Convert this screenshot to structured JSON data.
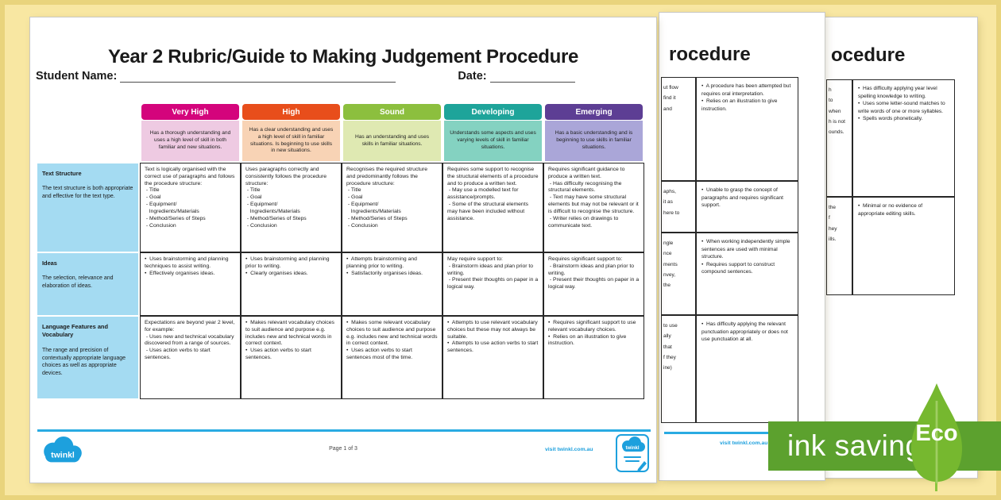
{
  "colors": {
    "footer_blue": "#29abe2",
    "brand_blue": "#1da0dd",
    "row_header_blue": "#a4dbf2",
    "eco_banner_green": "#5ca12e",
    "eco_leaf_green": "#76b82f"
  },
  "page1": {
    "title": "Year 2 Rubric/Guide to Making Judgement Procedure",
    "student_name_label": "Student Name:",
    "date_label": "Date:",
    "columns": [
      {
        "label": "Very High",
        "header_color": "#d4047c",
        "tint": "#eecae2",
        "description": "Has a thorough understanding and uses a high level of skill in both familiar and new situations."
      },
      {
        "label": "High",
        "header_color": "#e84e1b",
        "tint": "#f8d3b5",
        "description": "Has a clear understanding and uses a high level of skill in familiar situations. Is beginning to use skills in new situations."
      },
      {
        "label": "Sound",
        "header_color": "#8cbf3e",
        "tint": "#dfe9b2",
        "description": "Has an understanding and uses skills in familiar situations."
      },
      {
        "label": "Developing",
        "header_color": "#1ea49a",
        "tint": "#84d2c1",
        "description": "Understands some aspects and uses varying levels of skill in familiar situations."
      },
      {
        "label": "Emerging",
        "header_color": "#5d3e94",
        "tint": "#aaa6d8",
        "description": "Has a basic understanding and is beginning to use skills in familiar situations."
      }
    ],
    "rows": [
      {
        "name": "Text Structure",
        "description": "The text structure is both appropriate and effective for the text type.",
        "cells": [
          "Text is logically organised with the correct use of paragraphs and follows the procedure structure:\n - Title\n - Goal\n - Equipment/\n   Ingredients/Materials\n - Method/Series of Steps\n - Conclusion",
          "Uses paragraphs correctly and consistently follows the procedure structure:\n - Title\n - Goal\n - Equipment/\n   Ingredients/Materials\n - Method/Series of Steps\n - Conclusion",
          "Recognises the required structure and predominantly follows the procedure structure:\n - Title\n - Goal\n - Equipment/\n   Ingredients/Materials\n - Method/Series of Steps\n - Conclusion",
          "Requires some support to recognise the structural elements of a procedure and to produce a written text.\n - May use a modelled text for assistance/prompts.\n - Some of the structural elements may have been included without assistance.",
          "Requires significant guidance to produce a written text.\n - Has difficulty recognising the structural elements.\n - Text may have some structural elements but may not be relevant or it is difficult to recognise the structure.\n - Writer relies on drawings to communicate text."
        ]
      },
      {
        "name": "Ideas",
        "description": "The selection, relevance and elaboration of ideas.",
        "cells": [
          "•  Uses brainstorming and planning techniques to assist writing.\n•  Effectively organises ideas.",
          "•  Uses brainstorming and planning prior to writing.\n•  Clearly organises ideas.",
          "•  Attempts brainstorming and planning prior to writing.\n•  Satisfactorily organises ideas.",
          "May require support to:\n - Brainstorm ideas and plan prior to writing.\n - Present their thoughts on paper in a logical way.",
          "Requires significant support to:\n - Brainstorm ideas and plan prior to writing.\n - Present their thoughts on paper in a logical way."
        ]
      },
      {
        "name": "Language Features and Vocabulary",
        "description": "The range and precision of contextually appropriate language choices as well as appropriate devices.",
        "cells": [
          "Expectations are beyond year 2 level, for example:\n - Uses new and technical vocabulary discovered from a range of sources.\n - Uses action verbs to start sentences.",
          "•  Makes relevant vocabulary choices to suit audience and purpose e.g. includes new and technical words in correct context.\n•  Uses action verbs to start sentences.",
          "•  Makes some relevant vocabulary choices to suit audience and purpose e.g. includes new and technical words in correct context.\n•  Uses action verbs to start sentences most of the time.",
          "•  Attempts to use relevant vocabulary choices but these may not always be suitable.\n•  Attempts to use action verbs to start sentences.",
          "•  Requires significant support to use relevant vocabulary choices.\n•  Relies on an illustration to give instruction."
        ]
      }
    ],
    "footer": {
      "brand": "twinkl",
      "page_label": "Page 1 of 3",
      "visit_label": "visit twinkl.com.au"
    }
  },
  "page2": {
    "title_fragment": "rocedure",
    "rows": [
      {
        "fragment": "ut flow\nfind it\nand",
        "text": "•  A procedure has been attempted but requires oral interpretation.\n•  Relies on an illustration to give instruction."
      },
      {
        "fragment": "aphs,\nit as\nhere to",
        "text": "•  Unable to grasp the concept of paragraphs and requires significant support."
      },
      {
        "fragment": "ngle\nnce\nments\nnvey,\nthe",
        "text": "•  When working independently simple sentences are used with minimal structure.\n•  Requires support to construct compound sentences."
      },
      {
        "fragment": "to use\nally\nthat\nf they\nine)",
        "text": "•  Has difficulty applying the relevant punctuation appropriately or does not use punctuation at all."
      }
    ],
    "visit_label": "visit twinkl.com.au"
  },
  "page3": {
    "title_fragment": "ocedure",
    "rows": [
      {
        "fragment": "h\nto\nwhen\nh is not\nounds.",
        "text": "•  Has difficulty applying year level spelling knowledge to writing.\n•  Uses some letter-sound matches to write words of one or more syllables.\n•  Spells words phonetically."
      },
      {
        "fragment": "the\nf\nhey\nills.",
        "text": "•  Minimal or no evidence of appropriate editing skills."
      }
    ]
  },
  "eco_badge": {
    "label": "ink saving",
    "eco_label": "Eco"
  }
}
